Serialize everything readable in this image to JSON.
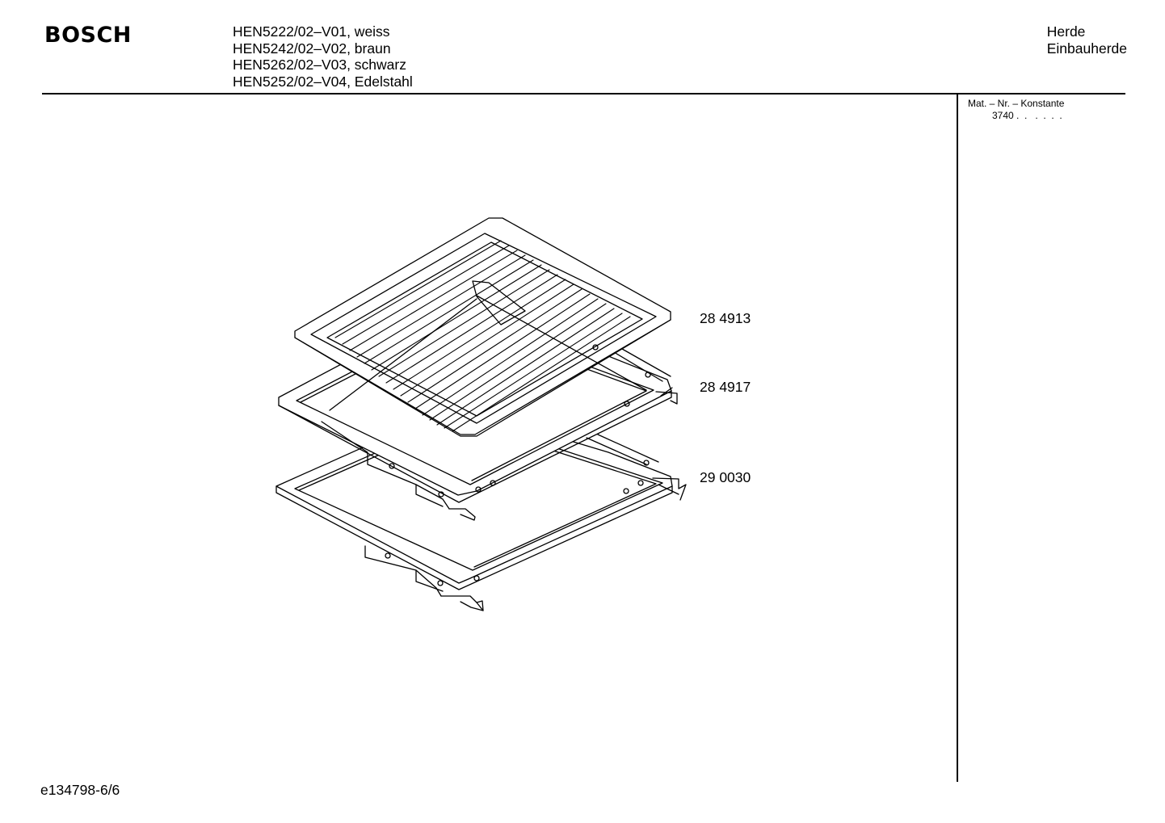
{
  "header": {
    "brand": "BOSCH",
    "models": [
      "HEN5222/02–V01, weiss",
      "HEN5242/02–V02, braun",
      "HEN5262/02–V03, schwarz",
      "HEN5252/02–V04, Edelstahl"
    ],
    "category_line1": "Herde",
    "category_line2": "Einbauherde"
  },
  "side_panel": {
    "mat_label": "Mat. – Nr. – Konstante",
    "mat_value": "3740 .  .   .  .  .  ."
  },
  "parts": [
    {
      "number": "28 4913",
      "description_icon": "oven-grid-rack-icon"
    },
    {
      "number": "28 4917",
      "description_icon": "baking-tray-icon"
    },
    {
      "number": "29 0030",
      "description_icon": "deep-pan-icon"
    }
  ],
  "footer": {
    "diagram_id": "e134798-6/6"
  },
  "colors": {
    "line": "#000000",
    "background": "#ffffff"
  }
}
